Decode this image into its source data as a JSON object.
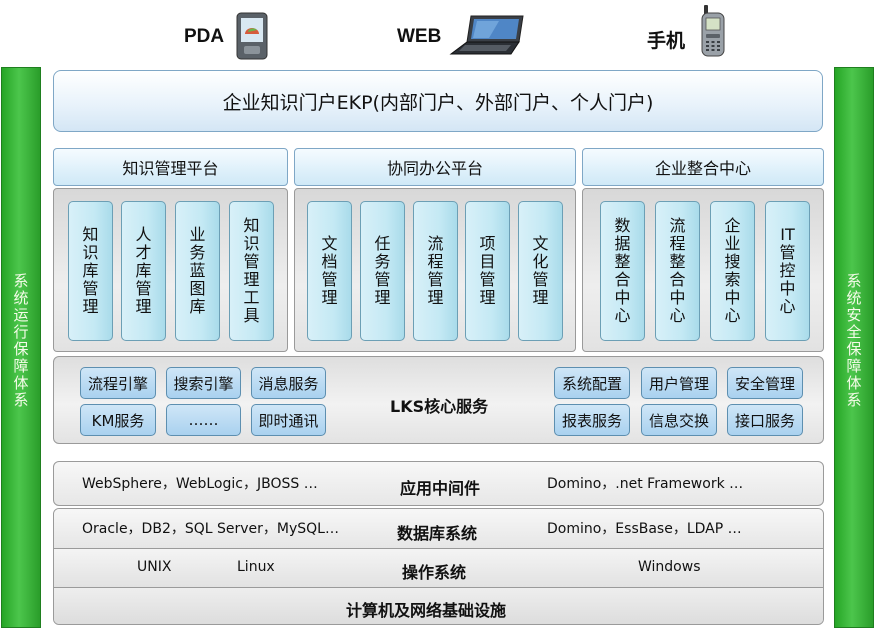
{
  "header": {
    "devices": [
      {
        "label": "PDA",
        "icon": "pda-icon"
      },
      {
        "label": "WEB",
        "icon": "laptop-icon"
      },
      {
        "label": "手机",
        "icon": "mobile-phone-icon"
      }
    ]
  },
  "side": {
    "left": "系统运行保障体系",
    "right": "系统安全保障体系",
    "color": "#33b233"
  },
  "portal": {
    "title": "企业知识门户EKP(内部门户、外部门户、个人门户)"
  },
  "platforms": [
    {
      "title": "知识管理平台",
      "items": [
        "知识库管理",
        "人才库管理",
        "业务蓝图库",
        "知识管理工具"
      ]
    },
    {
      "title": "协同办公平台",
      "items": [
        "文档管理",
        "任务管理",
        "流程管理",
        "项目管理",
        "文化管理"
      ]
    },
    {
      "title": "企业整合中心",
      "items": [
        "数据整合中心",
        "流程整合中心",
        "企业搜索中心",
        "IT管控中心"
      ]
    }
  ],
  "lks": {
    "title": "LKS核心服务",
    "left_services": [
      "流程引擎",
      "搜索引擎",
      "消息服务",
      "KM服务",
      "……",
      "即时通讯"
    ],
    "right_services": [
      "系统配置",
      "用户管理",
      "安全管理",
      "报表服务",
      "信息交换",
      "接口服务"
    ]
  },
  "infrastructure": {
    "middleware": {
      "left": "WebSphere，WebLogic，JBOSS …",
      "title": "应用中间件",
      "right": "Domino，.net Framework …"
    },
    "database": {
      "left": "Oracle，DB2，SQL Server，MySQL…",
      "title": "数据库系统",
      "right": "Domino，EssBase，LDAP …"
    },
    "os": {
      "left1": "UNIX",
      "left2": "Linux",
      "title": "操作系统",
      "right": "Windows"
    },
    "hardware": {
      "title": "计算机及网络基础设施"
    }
  }
}
